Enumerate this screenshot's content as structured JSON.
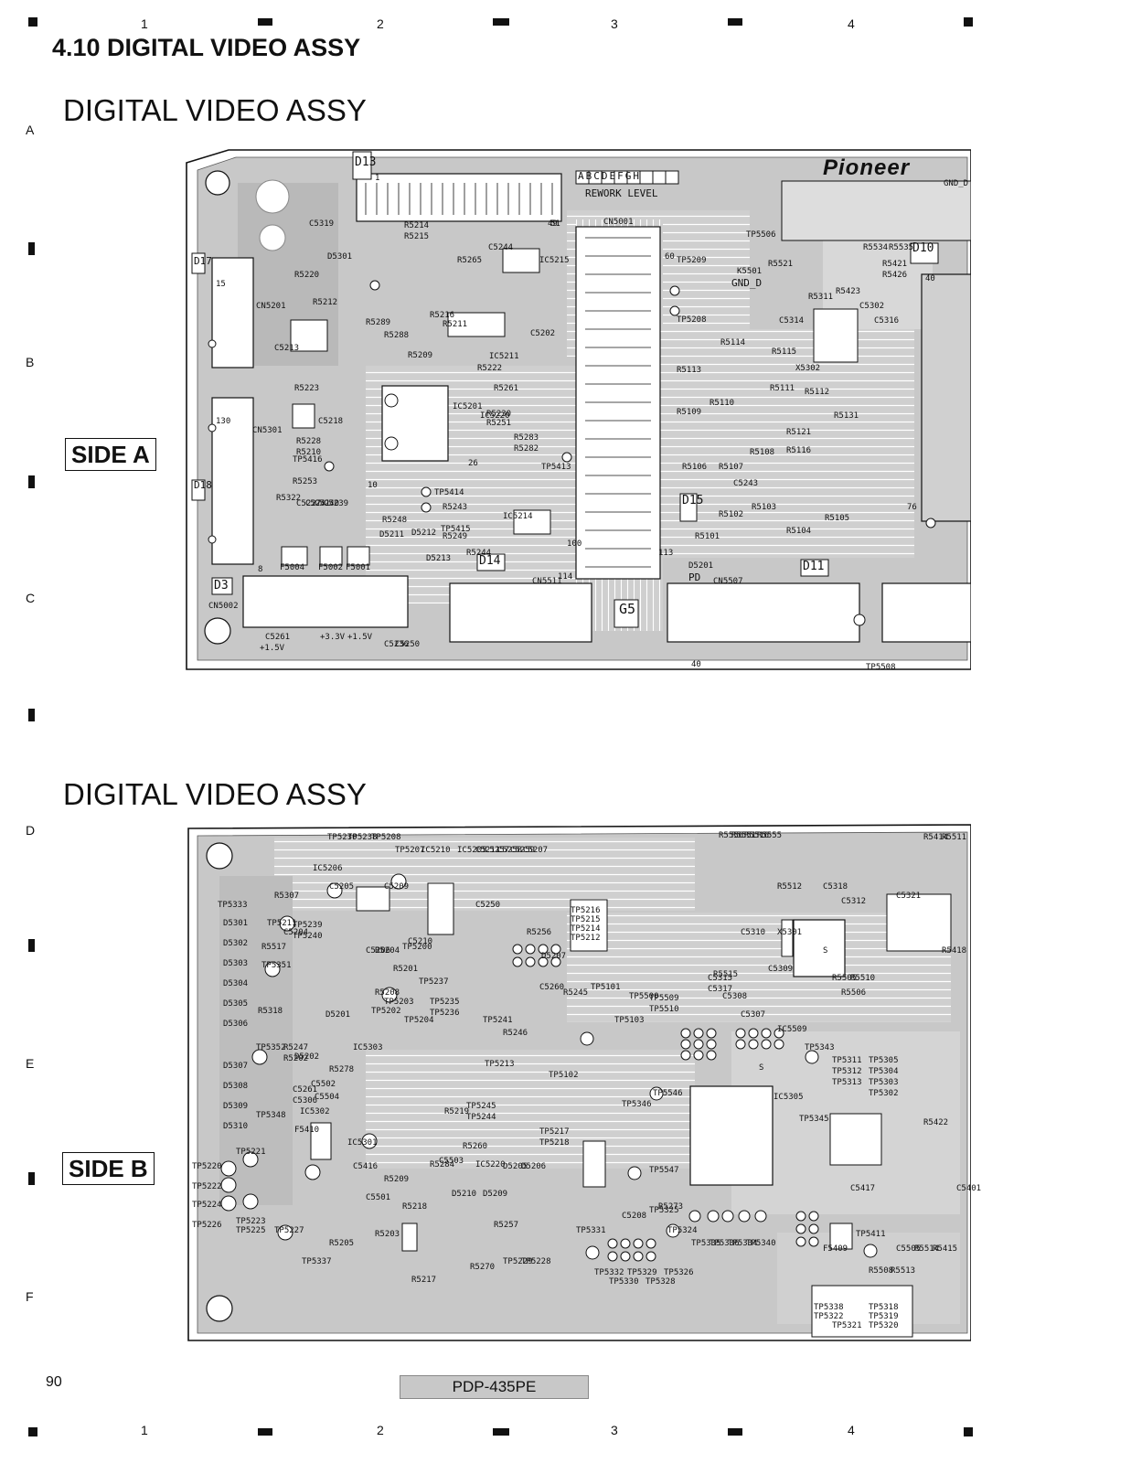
{
  "section_title": "4.10  DIGITAL VIDEO ASSY",
  "top_diagram": {
    "title": "DIGITAL VIDEO ASSY",
    "side_label": "SIDE A",
    "brand": "Pioneer",
    "rework": {
      "letters": [
        "A",
        "B",
        "C",
        "D",
        "E",
        "F",
        "G",
        "H"
      ],
      "label": "REWORK LEVEL"
    },
    "labels": [
      "D13",
      "D17",
      "D18",
      "D10",
      "D15",
      "D14",
      "D11",
      "D3",
      "G5",
      "CN5001",
      "CN5201",
      "CN5301",
      "CN5507",
      "CN5511",
      "CN5002",
      "IC5201",
      "IC5211",
      "IC5214",
      "IC5215",
      "IC5220",
      "X5302",
      "TP5414",
      "TP5415",
      "TP5416",
      "TP5413",
      "TP5508",
      "TP5506",
      "TP5209",
      "TP5208",
      "F5004",
      "F5002",
      "F5001",
      "K5501",
      "GND_D",
      "PD",
      "D5201",
      "D5211",
      "D5212",
      "D5213",
      "D5301",
      "R5214",
      "R5215",
      "R5220",
      "R5212",
      "R5209",
      "R5222",
      "R5261",
      "R5223",
      "R5228",
      "R5210",
      "R5253",
      "R5322",
      "R5248",
      "R5243",
      "R5249",
      "R5244",
      "R5230",
      "R5251",
      "R5283",
      "R5282",
      "R5211",
      "R5216",
      "R5265",
      "R5289",
      "R5288",
      "R5311",
      "R5423",
      "R5421",
      "R5426",
      "R5534",
      "R5535",
      "R5521",
      "R5114",
      "R5113",
      "R5109",
      "R5110",
      "R5111",
      "R5112",
      "R5115",
      "R5121",
      "R5116",
      "R5131",
      "R5108",
      "R5107",
      "R5106",
      "R5103",
      "R5104",
      "R5105",
      "R5101",
      "R5102",
      "C5213",
      "C5218",
      "C5243",
      "C5314",
      "C5302",
      "C5316",
      "C5202",
      "C5244",
      "C5319",
      "C5227",
      "C5241",
      "C5240",
      "C5239",
      "C5236",
      "C5250",
      "C5261",
      "+3.3V",
      "+1.5V",
      "+1.5V",
      "GND_D",
      "40",
      "40",
      "76",
      "100",
      "113",
      "114",
      "130",
      "15",
      "8",
      "10",
      "26",
      "51",
      "60",
      "1",
      "49",
      "9",
      "8"
    ]
  },
  "bottom_diagram": {
    "title": "DIGITAL VIDEO ASSY",
    "side_label": "SIDE B",
    "labels": [
      "TP5333",
      "TP5351",
      "TP5352",
      "TP5348",
      "TP5220",
      "TP5222",
      "TP5224",
      "TP5226",
      "TP5227",
      "TP5223",
      "TP5225",
      "TP5221",
      "TP5211",
      "TP5239",
      "TP5240",
      "TP5230",
      "TP5238",
      "TP5208",
      "TP5207",
      "TP5202",
      "TP5203",
      "TP5204",
      "TP5237",
      "TP5235",
      "TP5236",
      "TP5241",
      "TP5213",
      "TP5245",
      "TP5244",
      "TP5217",
      "TP5218",
      "TP5101",
      "TP5102",
      "TP5103",
      "TP5546",
      "TP5547",
      "TP5500",
      "TP5509",
      "TP5510",
      "TP5343",
      "TP5345",
      "TP5311",
      "TP5312",
      "TP5313",
      "TP5305",
      "TP5304",
      "TP5303",
      "TP5302",
      "TP5325",
      "TP5324",
      "TP5335",
      "TP5336",
      "TP5334",
      "TP5340",
      "TP5411",
      "TP5332",
      "TP5330",
      "TP5329",
      "TP5328",
      "TP5326",
      "TP5331",
      "TP5338",
      "TP5318",
      "TP5319",
      "TP5320",
      "TP5321",
      "TP5322",
      "TP5337",
      "TP5346",
      "TP5216",
      "TP5215",
      "TP5214",
      "TP5212",
      "TP5200",
      "TP5229",
      "TP5228",
      "IC5210",
      "IC5205",
      "IC5206",
      "IC5303",
      "IC5302",
      "IC5301",
      "IC5305",
      "IC5509",
      "IC5220",
      "X5301",
      "D5301",
      "D5302",
      "D5303",
      "D5304",
      "D5305",
      "D5306",
      "D5307",
      "D5308",
      "D5309",
      "D5310",
      "D5201",
      "D5202",
      "D5210",
      "D5209",
      "D5207",
      "D5205",
      "D5206",
      "R5551",
      "R5516",
      "R5555",
      "R5556",
      "R5515",
      "R5517",
      "R5318",
      "R5247",
      "R5202",
      "R5204",
      "R5201",
      "R5208",
      "R5278",
      "R5246",
      "R5219",
      "R5260",
      "R5284",
      "R5256",
      "R5257",
      "R5270",
      "R5245",
      "R5203",
      "R5205",
      "R5209",
      "R5218",
      "R5217",
      "R5273",
      "R5505",
      "R5510",
      "R5506",
      "R5508",
      "R5513",
      "R5514",
      "R5415",
      "R5422",
      "R5418",
      "R5414",
      "R5511",
      "R5512",
      "R5307",
      "C5204",
      "C5205",
      "C5206",
      "C5208",
      "C5209",
      "C5210",
      "C5211",
      "C5250",
      "C5257",
      "C5258",
      "C5259",
      "C5260",
      "C5207",
      "C5261",
      "C5306",
      "C5307",
      "C5308",
      "C5309",
      "C5310",
      "C5312",
      "C5315",
      "C5317",
      "C5318",
      "C5321",
      "C5417",
      "C5401",
      "C5416",
      "C5501",
      "C5502",
      "C5503",
      "C5504",
      "C5505",
      "F5409",
      "F5410",
      "S",
      "S",
      "S"
    ]
  },
  "page_number": "90",
  "model": "PDP-435PE",
  "col_numbers": [
    "1",
    "2",
    "3",
    "4"
  ],
  "row_letters": [
    "A",
    "B",
    "C",
    "D",
    "E",
    "F"
  ]
}
